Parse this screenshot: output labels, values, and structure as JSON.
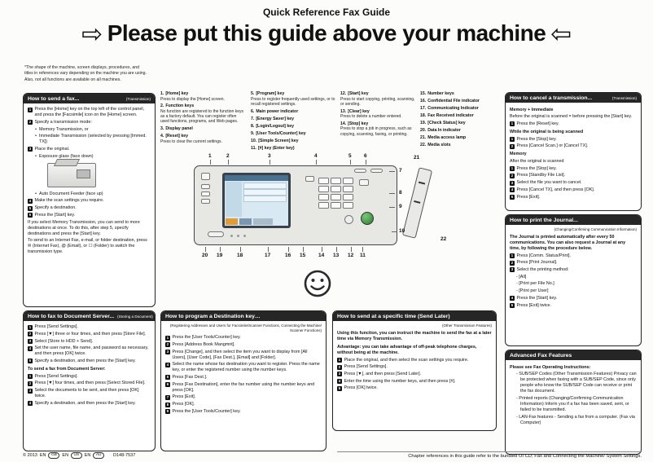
{
  "header": {
    "title": "Quick Reference Fax Guide",
    "banner": "Please put this guide above your machine",
    "arrow_right": "⇨",
    "arrow_left": "⇦",
    "note": "*The shape of the machine, screen displays, procedures, and titles in references vary depending on the machine you are using. Also, not all functions are available on all machines."
  },
  "send_fax": {
    "title": "How to send a fax...",
    "tag": "(Transmission)",
    "lines": [
      {
        "t": "step",
        "n": "1",
        "text": "Press the [Home] key on the top left of the control panel, and press the [Facsimile] icon on the [Home] screen."
      },
      {
        "t": "step",
        "n": "2",
        "text": "Specify a transmission mode:"
      },
      {
        "t": "bullet",
        "text": "Memory Transmission, or"
      },
      {
        "t": "bullet",
        "text": "Immediate Transmission (selected by pressing [Immed. TX])"
      },
      {
        "t": "step",
        "n": "3",
        "text": "Place the original."
      },
      {
        "t": "bullet",
        "text": "Exposure glass (face  down)"
      },
      {
        "t": "img-machine",
        "text": ""
      },
      {
        "t": "bullet",
        "text": "Auto  Document Feeder (face up)"
      },
      {
        "t": "step",
        "n": "4",
        "text": "Make the scan settings you require."
      },
      {
        "t": "step",
        "n": "5",
        "text": "Specify a destination."
      },
      {
        "t": "step",
        "n": "6",
        "text": "Press the [Start] key."
      },
      {
        "t": "plain",
        "text": "If you select Memory Transmission, you can send to more destinations at once. To do this, after step 5, specify destinations and press the [Start] key."
      },
      {
        "t": "plain",
        "text": "To send to an Internet Fax, e-mail, or folder destination, press ✉ (Internet Fax), @ (Email), or ☐ (Folder) to switch the transmission type."
      }
    ]
  },
  "keys": {
    "col1": [
      {
        "num": "1.",
        "name": "[Home] key",
        "desc": "Press to display the [Home] screen."
      },
      {
        "num": "2.",
        "name": "Function keys",
        "desc": "No function are registered to the function keys as a factory default. You can register often used functions, programs, and Web pages."
      },
      {
        "num": "3.",
        "name": "Display  panel",
        "desc": ""
      },
      {
        "num": "4.",
        "name": "[Reset] key",
        "desc": "Press to clear the current settings."
      }
    ],
    "col2": [
      {
        "num": "5.",
        "name": "[Program] key",
        "desc": "Press to register frequently used settings, or to recall registered settings."
      },
      {
        "num": "6.",
        "name": "Main power indicator",
        "desc": ""
      },
      {
        "num": "7.",
        "name": "[Energy Saver] key",
        "desc": ""
      },
      {
        "num": "8.",
        "name": "[Login/Logout] key",
        "desc": ""
      },
      {
        "num": "9.",
        "name": "[User Tools/Counter] key",
        "desc": ""
      },
      {
        "num": "10.",
        "name": "[Simple Screen] key",
        "desc": ""
      },
      {
        "num": "11.",
        "name": "[#] key (Enter key)",
        "desc": ""
      }
    ],
    "col3": [
      {
        "num": "12.",
        "name": "[Start] key",
        "desc": "Press to start copying, printing, scanning, or sending."
      },
      {
        "num": "13.",
        "name": "[Clear] key",
        "desc": "Press to delete a number entered."
      },
      {
        "num": "14.",
        "name": "[Stop] key",
        "desc": "Press to stop a job in progress, such as copying, scanning, faxing, or printing."
      }
    ],
    "col4": [
      {
        "num": "15.",
        "name": "Number keys",
        "desc": ""
      },
      {
        "num": "16.",
        "name": "Confidential File indicator",
        "desc": ""
      },
      {
        "num": "17.",
        "name": "Communicating Indicator",
        "desc": ""
      },
      {
        "num": "18.",
        "name": "Fax Received indicator",
        "desc": ""
      },
      {
        "num": "19.",
        "name": "[Check Status] key",
        "desc": ""
      },
      {
        "num": "20.",
        "name": "Data In indicator",
        "desc": ""
      },
      {
        "num": "21.",
        "name": "Media access lamp",
        "desc": ""
      },
      {
        "num": "22.",
        "name": "Media slots",
        "desc": ""
      }
    ]
  },
  "diagram": {
    "callouts": [
      "1",
      "2",
      "3",
      "4",
      "5",
      "6",
      "7",
      "8",
      "9",
      "10",
      "11",
      "12",
      "13",
      "14",
      "15",
      "16",
      "17",
      "18",
      "19",
      "20",
      "21",
      "22"
    ]
  },
  "cancel": {
    "title": "How to cancel a transmission...",
    "tag": "(Transmission)",
    "lines": [
      {
        "t": "bold",
        "text": "Memory + Immediate"
      },
      {
        "t": "plain",
        "text": "Before the original is scanned = before pressing the [Start] key."
      },
      {
        "t": "step",
        "n": "1",
        "text": "Press the [Reset] key."
      },
      {
        "t": "bold",
        "text": "While the original is being scanned"
      },
      {
        "t": "step",
        "n": "1",
        "text": "Press the [Stop] key."
      },
      {
        "t": "step",
        "n": "2",
        "text": "Press [Cancel Scan.] or [Cancel TX]."
      },
      {
        "t": "bold",
        "text": "Memory"
      },
      {
        "t": "plain",
        "text": "After the original is scanned"
      },
      {
        "t": "step",
        "n": "1",
        "text": "Press the [Stop] key."
      },
      {
        "t": "step",
        "n": "2",
        "text": "Press [Standby File List]."
      },
      {
        "t": "step",
        "n": "3",
        "text": "Select the file you want to cancel."
      },
      {
        "t": "step",
        "n": "4",
        "text": "Press [Cancel TX], and then press [OK]."
      },
      {
        "t": "step",
        "n": "5",
        "text": "Press  [Exit]."
      }
    ]
  },
  "journal": {
    "title": "How to print the Journal...",
    "lines": [
      {
        "t": "tagright",
        "text": "(Changing/Confirming Communication Information)"
      },
      {
        "t": "bold",
        "text": "The Journal is printed automatically after every 50 communications. You can also request a Journal at any time, by following the procedure below."
      },
      {
        "t": "step",
        "n": "1",
        "text": "Press [Comm. Status/Print]."
      },
      {
        "t": "step",
        "n": "2",
        "text": "Press [Print Journal]."
      },
      {
        "t": "step",
        "n": "3",
        "text": "Select the printing method:"
      },
      {
        "t": "sub",
        "text": "- [All]"
      },
      {
        "t": "sub",
        "text": "- [Print per File No.]"
      },
      {
        "t": "sub",
        "text": "- [Print per User]"
      },
      {
        "t": "step",
        "n": "4",
        "text": "Press the [Start] key."
      },
      {
        "t": "step",
        "n": "5",
        "text": "Press [Exit] twice."
      }
    ]
  },
  "advanced": {
    "title": "Advanced Fax Features",
    "lines": [
      {
        "t": "bold",
        "text": "Please see Fax Operating Instructions:"
      },
      {
        "t": "sub",
        "text": "-  SUB/SEP Codes (Other Transmission Features) Privacy can be protected when faxing with a SUB/SEP Code, since only people who know the SUB/SEP Code can receive or print the fax document."
      },
      {
        "t": "sub",
        "text": "-  Printed reports (Changing/Confirming Communication Information) Inform you if a fax has been saved, sent, or failed to be transmitted."
      },
      {
        "t": "sub",
        "text": "-  LAN-Fax features - Sending a fax from a computer. (Fax via Computer)"
      }
    ]
  },
  "docserver": {
    "title": "How to fax to Document Server...",
    "tag": "(Storing a Document)",
    "lines": [
      {
        "t": "step",
        "n": "1",
        "text": "Press [Send Settings]."
      },
      {
        "t": "step",
        "n": "2",
        "text": "Press  [▼] three or four times, and then press [Store File]."
      },
      {
        "t": "step",
        "n": "3",
        "text": "Select [Store to HDD + Send]."
      },
      {
        "t": "step",
        "n": "4",
        "text": "Set the user name, file name, and password as necessary, and then press [OK] twice."
      },
      {
        "t": "step",
        "n": "5",
        "text": "Specify a destination, and then press the [Start] key."
      },
      {
        "t": "bold",
        "text": "To send a fax from Document Server:"
      },
      {
        "t": "step",
        "n": "1",
        "text": "Press [Send Settings]."
      },
      {
        "t": "step",
        "n": "2",
        "text": "Press  [▼] four times, and then press [Select Stored File]."
      },
      {
        "t": "step",
        "n": "3",
        "text": "Select the documents to be sent, and then press [OK] twice."
      },
      {
        "t": "step",
        "n": "4",
        "text": "Specify a destination, and then press the [Start] key."
      }
    ]
  },
  "program": {
    "title": "How to program a Destination key…",
    "lines": [
      {
        "t": "tagright",
        "text": "(Registering Addresses and Users for Facsimile/Scanner Functions, Connecting the Machine/ Scanner Functions)"
      },
      {
        "t": "step",
        "n": "1",
        "text": "Press the [User Tools/Counter] key."
      },
      {
        "t": "step",
        "n": "2",
        "text": "Press [Address Book Mangmnt]."
      },
      {
        "t": "step",
        "n": "3",
        "text": "Press [Change], and then select the item you want to display from [All Users], [User Code], [Fax Dest.], [Email] and [Folder]."
      },
      {
        "t": "step",
        "n": "4",
        "text": "Select the name whose fax destination you want to register. Press the name key, or enter the registered number using the number keys."
      },
      {
        "t": "step",
        "n": "5",
        "text": "Press [Fax Dest.]."
      },
      {
        "t": "step",
        "n": "6",
        "text": "Press [Fax Destination], enter the fax number using the number keys and press [OK]."
      },
      {
        "t": "step",
        "n": "7",
        "text": "Press  [Exit]."
      },
      {
        "t": "step",
        "n": "8",
        "text": "Press  [OK]."
      },
      {
        "t": "step",
        "n": "9",
        "text": "Press the [User Tools/Counter] key."
      }
    ]
  },
  "sendlater": {
    "title": "How to send at a specific time (Send Later)",
    "lines": [
      {
        "t": "tagright",
        "text": "(Other Transmission Features)"
      },
      {
        "t": "bold",
        "text": "Using this function, you can instruct the machine to send the fax at a later time via Memory Transmission."
      },
      {
        "t": "bold",
        "text": "Advantage: you can take advantage of off-peak telephone charges, without being at the machine."
      },
      {
        "t": "step",
        "n": "1",
        "text": "Place the original, and then select the scan settings you require."
      },
      {
        "t": "step",
        "n": "2",
        "text": "Press [Send Settings]."
      },
      {
        "t": "step",
        "n": "3",
        "text": "Press  [▼], and then press [Send Later]."
      },
      {
        "t": "step",
        "n": "4",
        "text": "Enter the time using the number keys, and then press [#]."
      },
      {
        "t": "step",
        "n": "5",
        "text": "Press [OK] twice."
      }
    ]
  },
  "footer": {
    "copyright": "© 2013",
    "lang": "EN",
    "regions": [
      "GB",
      "US",
      "AU"
    ],
    "code": "D148-7537",
    "note": "Chapter references in this guide refer to the bundled OI CD; Fax and Connecting the Machine/ System Settings."
  }
}
